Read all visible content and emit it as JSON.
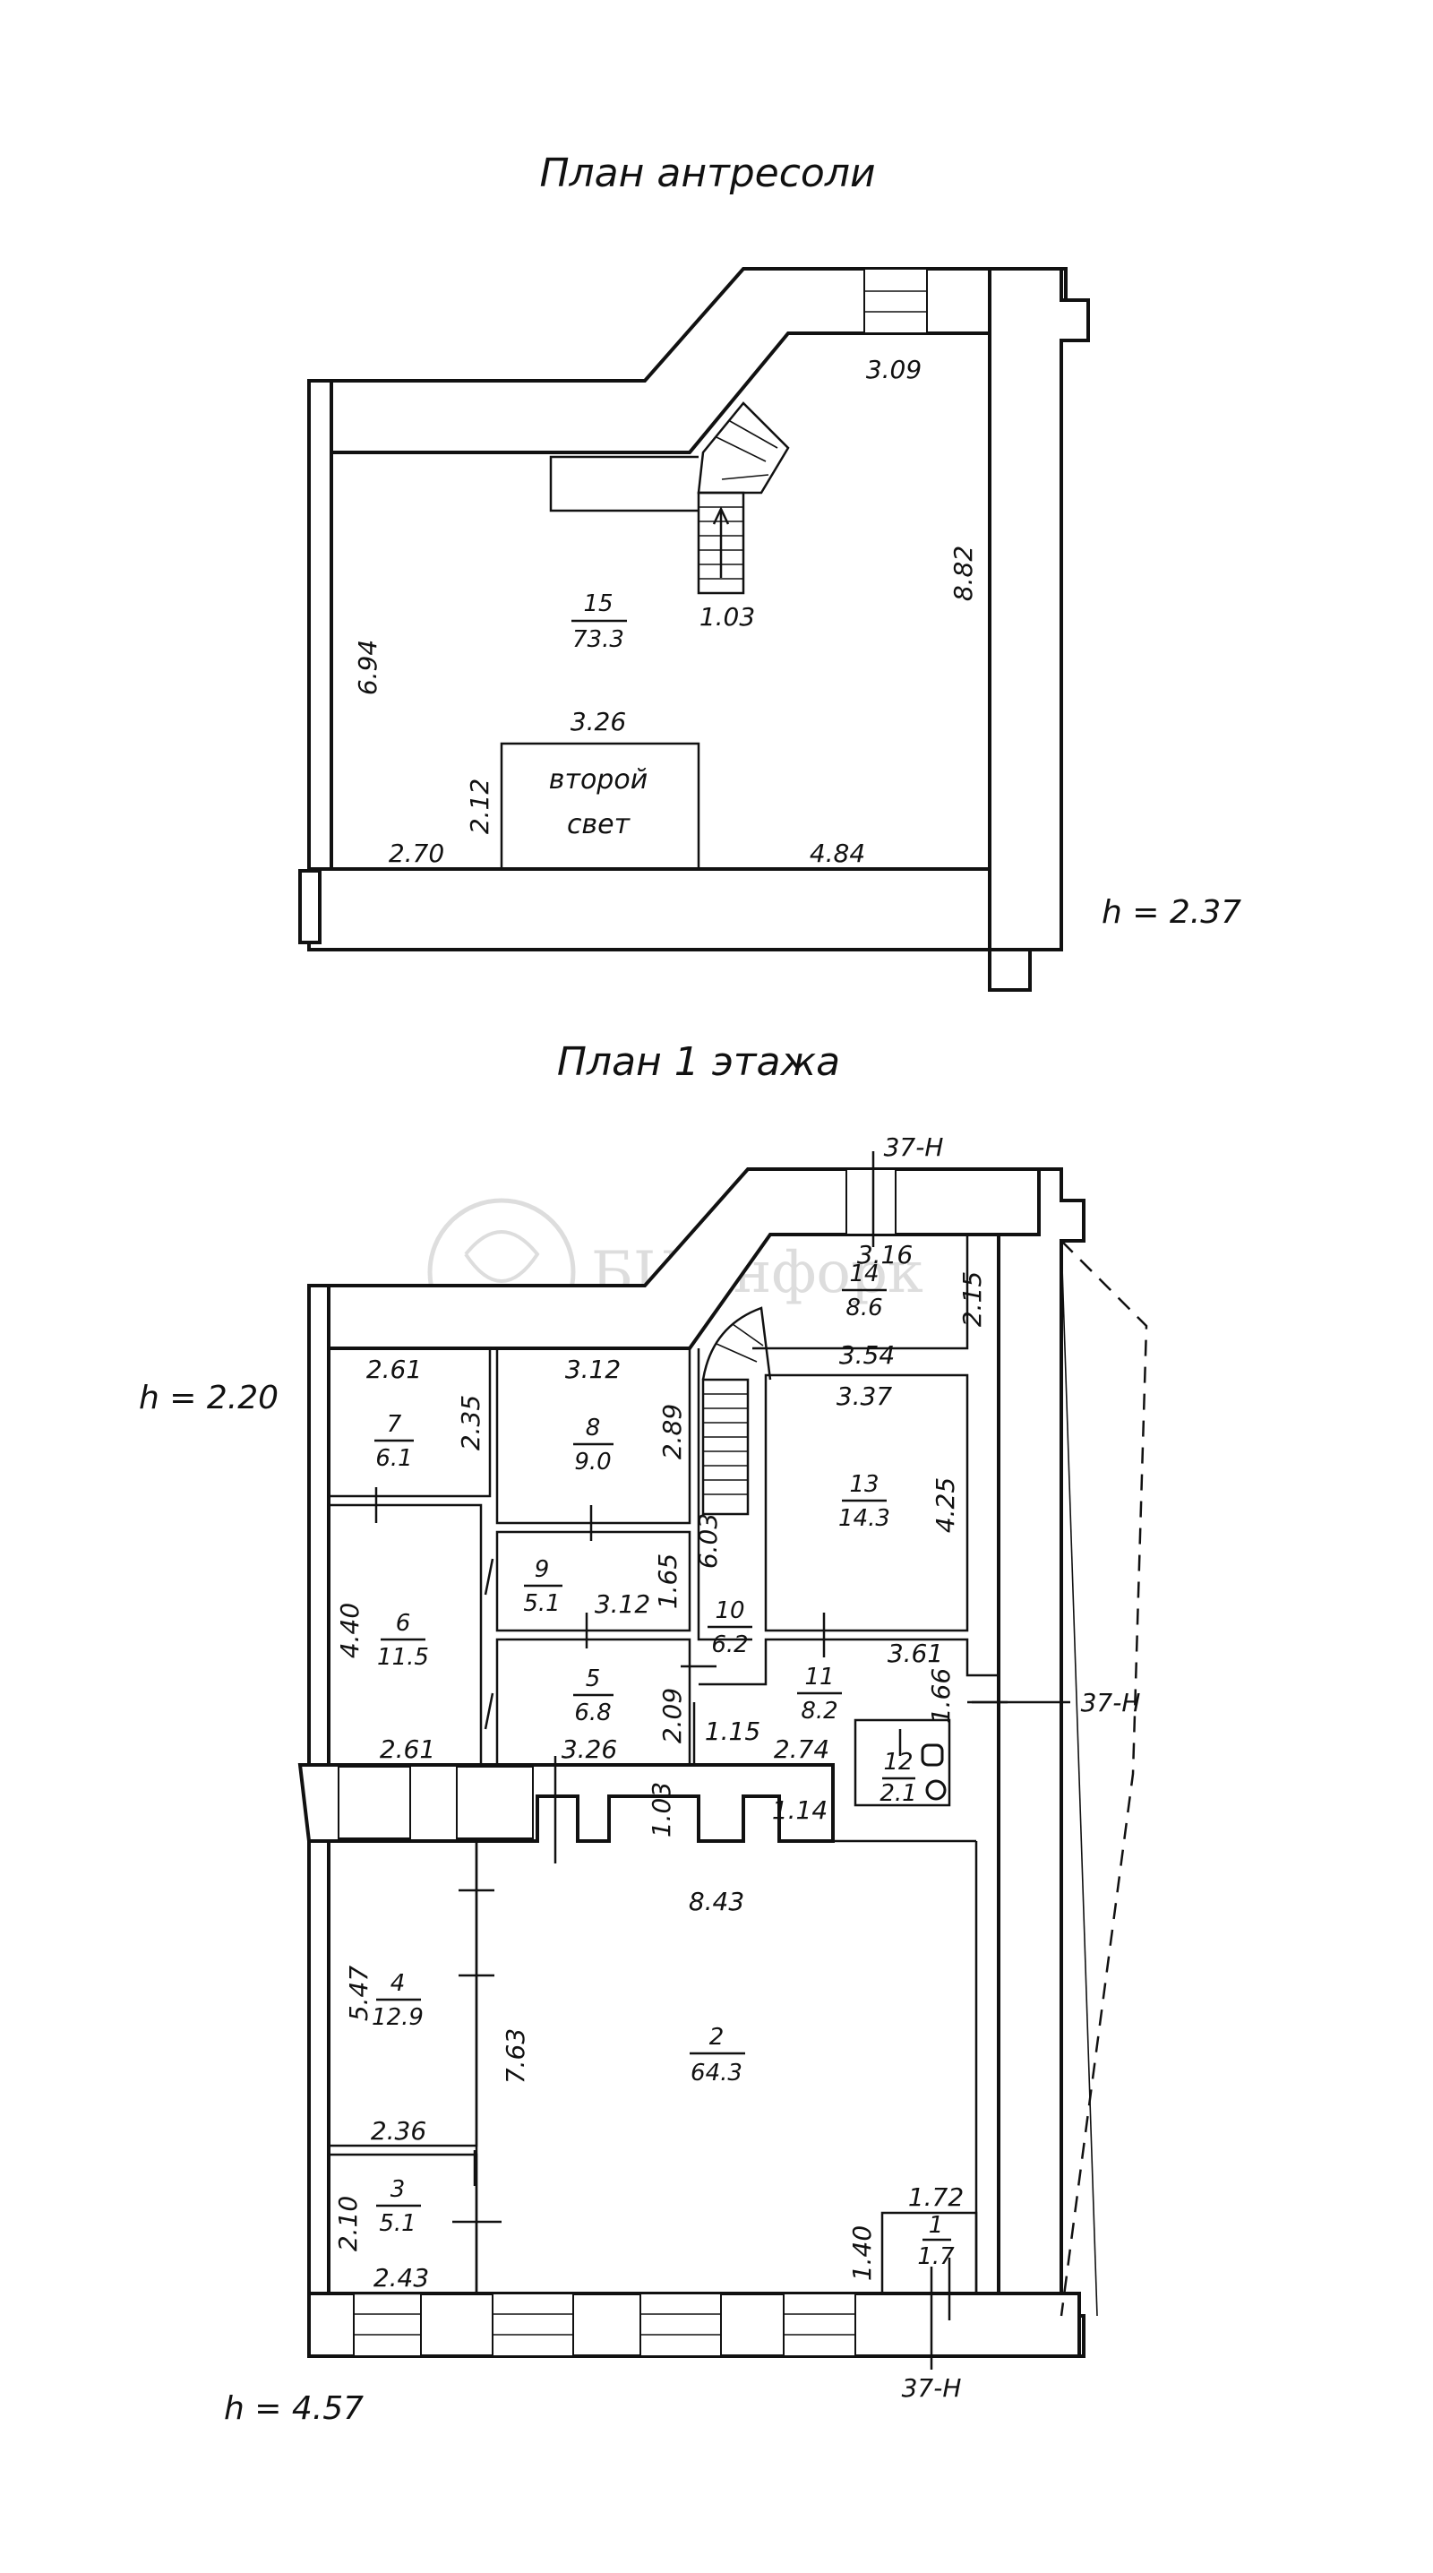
{
  "titles": {
    "mezzanine": "План антресоли",
    "floor1": "План 1 этажа"
  },
  "heights": {
    "mezzanine": "h = 2.37",
    "floor1_upper": "h = 2.20",
    "floor1_lower": "h = 4.57"
  },
  "watermark": {
    "text": "БЦИнфорк"
  },
  "mezzanine": {
    "room": {
      "number": "15",
      "area": "73.3"
    },
    "second_light": {
      "line1": "второй",
      "line2": "свет"
    },
    "dims": {
      "top": "3.09",
      "right": "8.82",
      "left": "6.94",
      "stair": "1.03",
      "second_light_w": "3.26",
      "second_light_h": "2.12",
      "bottom_left": "2.70",
      "bottom_right": "4.84"
    }
  },
  "floor1": {
    "rooms": [
      {
        "id": "1",
        "number": "1",
        "area": "1.7"
      },
      {
        "id": "2",
        "number": "2",
        "area": "64.3"
      },
      {
        "id": "3",
        "number": "3",
        "area": "5.1"
      },
      {
        "id": "4",
        "number": "4",
        "area": "12.9"
      },
      {
        "id": "5",
        "number": "5",
        "area": "6.8"
      },
      {
        "id": "6",
        "number": "6",
        "area": "11.5"
      },
      {
        "id": "7",
        "number": "7",
        "area": "6.1"
      },
      {
        "id": "8",
        "number": "8",
        "area": "9.0"
      },
      {
        "id": "9",
        "number": "9",
        "area": "5.1"
      },
      {
        "id": "10",
        "number": "10",
        "area": "6.2"
      },
      {
        "id": "11",
        "number": "11",
        "area": "8.2"
      },
      {
        "id": "12",
        "number": "12",
        "area": "2.1"
      },
      {
        "id": "13",
        "number": "13",
        "area": "14.3"
      },
      {
        "id": "14",
        "number": "14",
        "area": "8.6"
      }
    ],
    "dims": [
      "3.16",
      "2.15",
      "3.54",
      "2.61",
      "2.35",
      "3.12",
      "2.89",
      "3.37",
      "4.25",
      "6.03",
      "4.40",
      "1.65",
      "3.12",
      "3.61",
      "1.66",
      "2.09",
      "1.15",
      "2.61",
      "3.26",
      "1.03",
      "2.74",
      "1.14",
      "8.43",
      "5.47",
      "7.63",
      "2.36",
      "1.72",
      "2.10",
      "2.43",
      "1.40"
    ],
    "markers": {
      "top": "37-Н",
      "right": "37-Н",
      "bottom": "37-Н"
    }
  }
}
